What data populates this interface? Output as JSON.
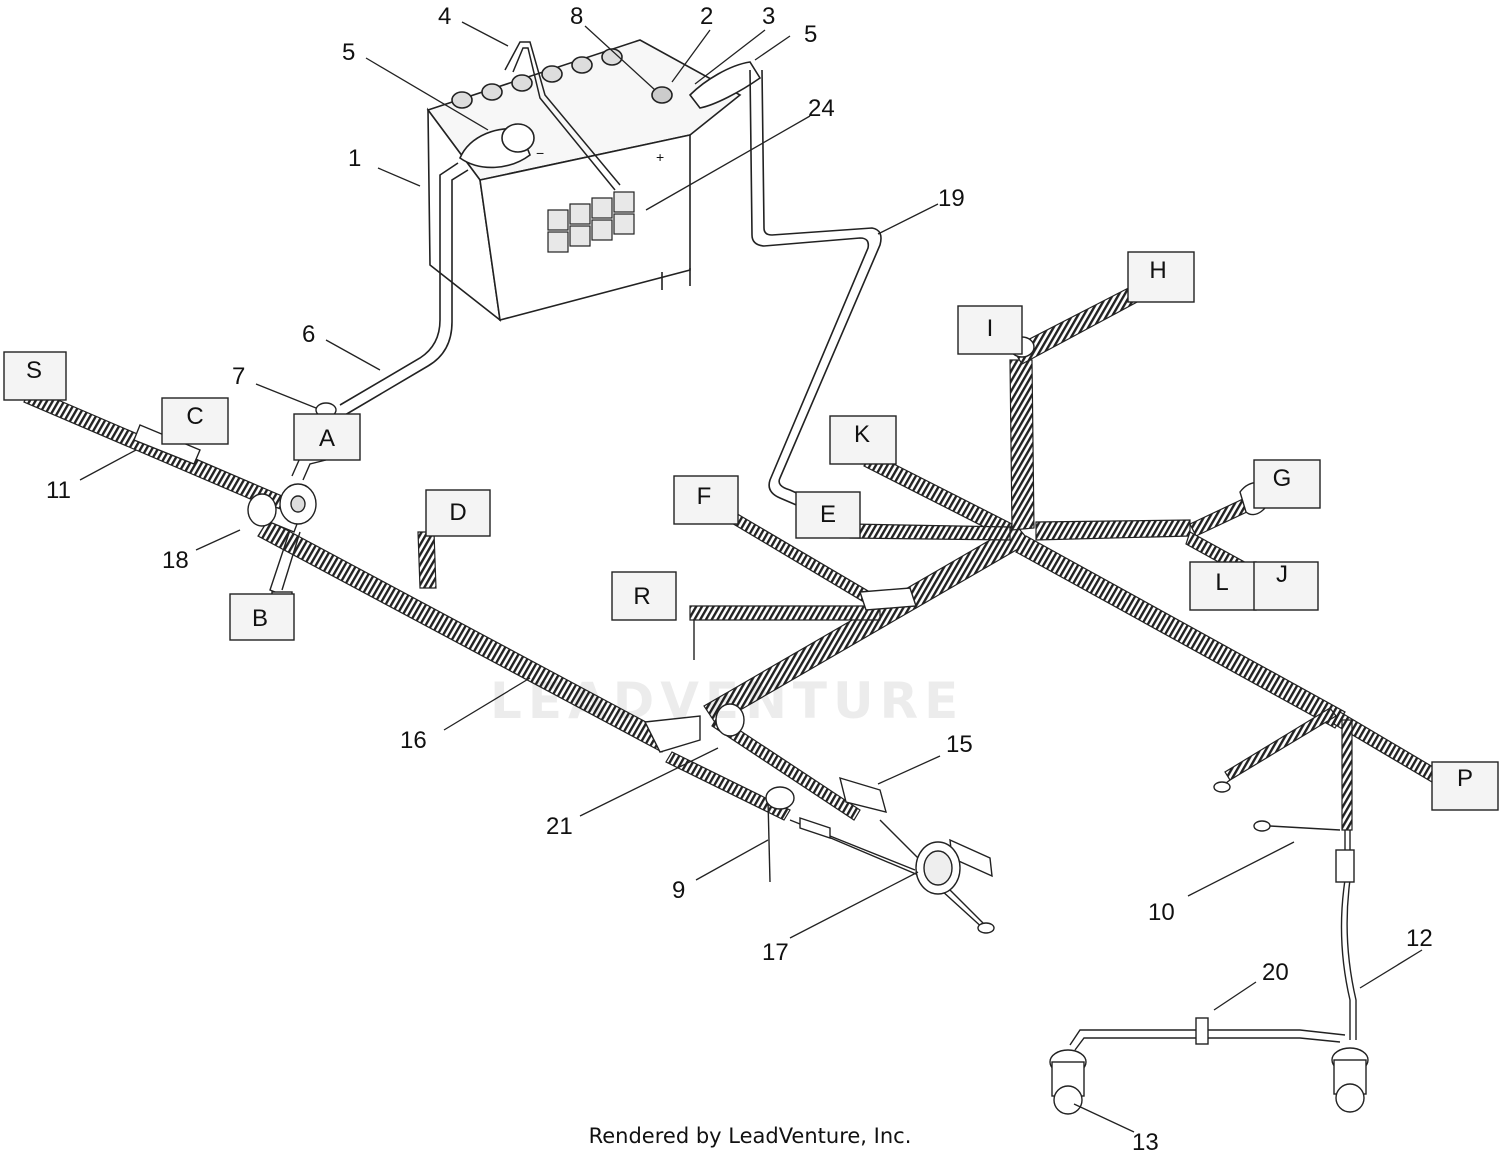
{
  "diagram": {
    "callouts": [
      "1",
      "2",
      "3",
      "4",
      "5",
      "5",
      "6",
      "7",
      "8",
      "9",
      "10",
      "11",
      "12",
      "13",
      "15",
      "16",
      "17",
      "18",
      "19",
      "20",
      "21",
      "24"
    ],
    "connectors": [
      "A",
      "B",
      "C",
      "D",
      "E",
      "F",
      "G",
      "H",
      "I",
      "J",
      "K",
      "L",
      "P",
      "R",
      "S"
    ],
    "battery_terminals": {
      "negative": "−",
      "positive": "+"
    }
  },
  "watermark": "LEADVENTURE",
  "footer": "Rendered by LeadVenture, Inc.",
  "colors": {
    "line": "#222222",
    "box_fill": "#f4f4f4",
    "background": "#ffffff"
  }
}
